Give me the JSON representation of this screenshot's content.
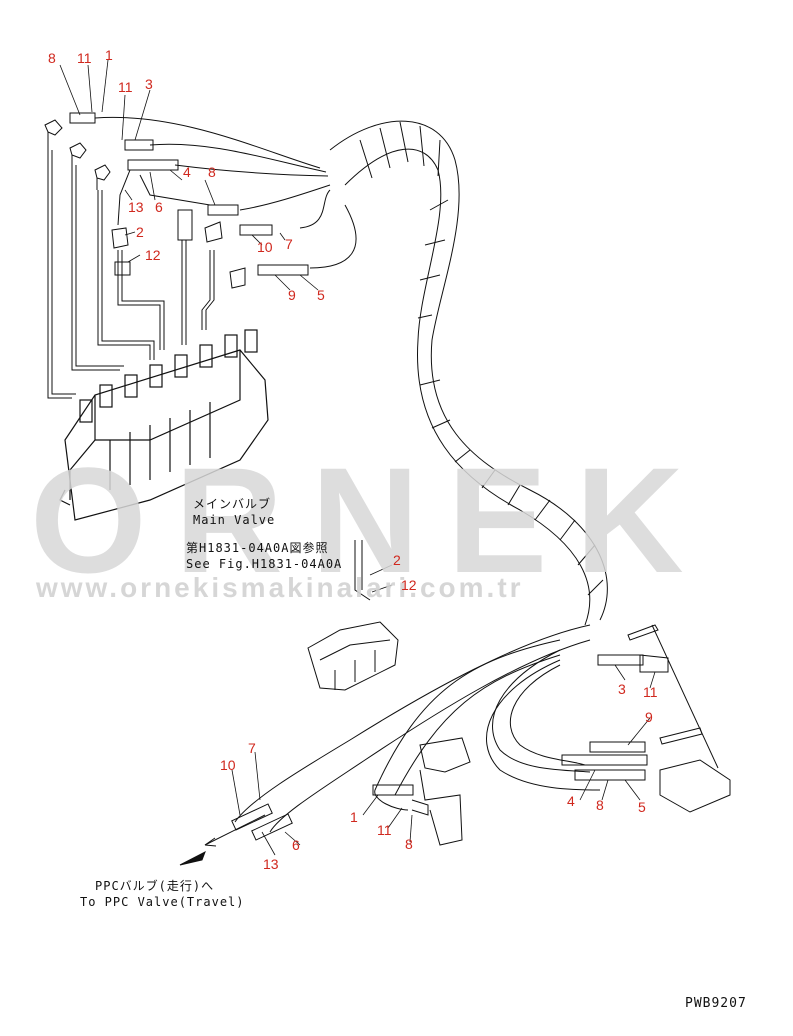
{
  "watermark": {
    "brand": "ORNEK",
    "url": "www.ornekismakinalari.com.tr"
  },
  "notes": {
    "main_valve_jp": "メインバルブ",
    "main_valve_en": "Main Valve",
    "see_fig_jp": "第H1831-04A0A図参照",
    "see_fig_en": "See Fig.H1831-04A0A",
    "ppc_valve_jp": "PPCバルブ(走行)へ",
    "ppc_valve_en": "To PPC Valve(Travel)"
  },
  "drawing_ref": "PWB9207",
  "callouts": {
    "c01": "8",
    "c02": "11",
    "c03": "1",
    "c04": "11",
    "c05": "3",
    "c06": "4",
    "c07": "8",
    "c08": "13",
    "c09": "6",
    "c10": "2",
    "c11": "12",
    "c12": "10",
    "c13": "7",
    "c14": "9",
    "c15": "5",
    "c16": "2",
    "c17": "12",
    "c18": "3",
    "c19": "11",
    "c20": "9",
    "c21": "4",
    "c22": "8",
    "c23": "5",
    "c24": "7",
    "c25": "10",
    "c26": "13",
    "c27": "6",
    "c28": "1",
    "c29": "11",
    "c30": "8"
  },
  "colors": {
    "callout": "#d0281e",
    "line": "#111111",
    "watermark": "#d8d8d8"
  }
}
